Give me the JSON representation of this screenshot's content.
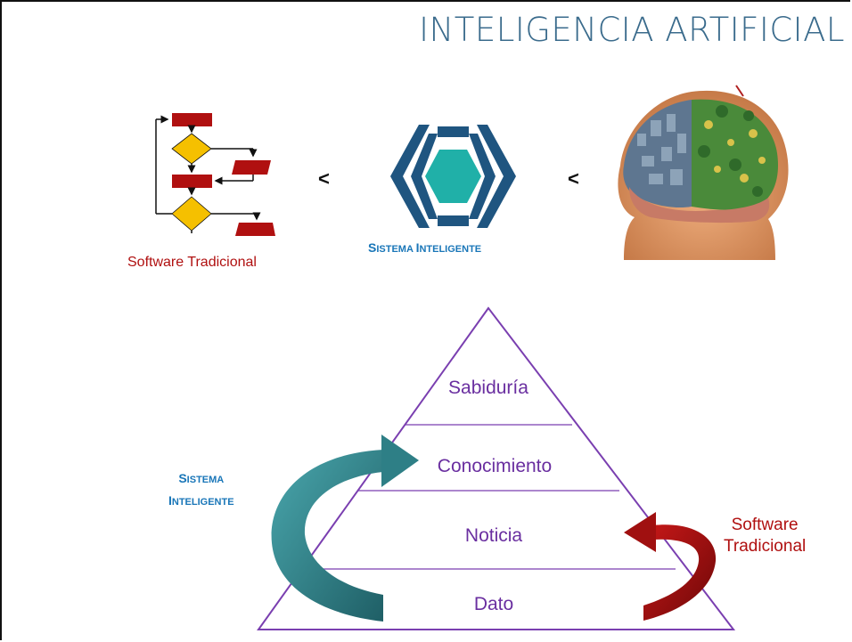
{
  "title": "INTELIGENCIA ARTIFICIAL",
  "comparison": {
    "left_label": "Software Tradicional",
    "middle_label_parts": [
      {
        "big": "S",
        "small": "ISTEMA "
      },
      {
        "big": "I",
        "small": "NTELIGENTE"
      }
    ],
    "lt_symbol": "<"
  },
  "pyramid": {
    "levels": [
      "Sabiduría",
      "Conocimiento",
      "Noticia",
      "Dato"
    ]
  },
  "arrows": {
    "left_label_lines": [
      [
        {
          "big": "S",
          "small": "ISTEMA"
        }
      ],
      [
        {
          "big": "I",
          "small": "NTELIGENTE"
        }
      ]
    ],
    "right_label_lines": [
      "Software",
      "Tradicional"
    ]
  },
  "colors": {
    "title": "#3a6b8c",
    "flowchart_box": "#b01010",
    "flowchart_diamond": "#f5c000",
    "logo_outer": "#1f5580",
    "logo_inner": "#20b0a8",
    "pyramid_line": "#7a3fb0",
    "pyramid_text": "#6a2fa0",
    "teal_arrow": "#2e7f86",
    "red_arrow": "#a01010"
  }
}
